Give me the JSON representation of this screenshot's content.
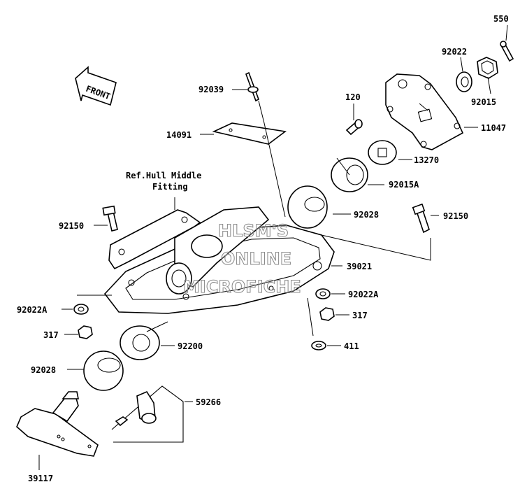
{
  "labels": {
    "p550": "550",
    "p92022": "92022",
    "p92015": "92015",
    "p11047": "11047",
    "p92039": "92039",
    "p120": "120",
    "p14091": "14091",
    "p13270": "13270",
    "p92015a": "92015A",
    "ref_line1": "Ref.Hull Middle",
    "ref_line2": "Fitting",
    "p92028_top": "92028",
    "p92150_left": "92150",
    "p92150_right": "92150",
    "p39021": "39021",
    "p92022a_right": "92022A",
    "p92022a_left": "92022A",
    "p317_right": "317",
    "p317_left": "317",
    "p411": "411",
    "p92200": "92200",
    "p92028_bottom": "92028",
    "p59266": "59266",
    "p39117": "39117"
  },
  "front_label": "FRONT",
  "watermark": {
    "line1": "HLSM'S",
    "line2": "ONLINE",
    "line3": "MICROFICHE"
  }
}
